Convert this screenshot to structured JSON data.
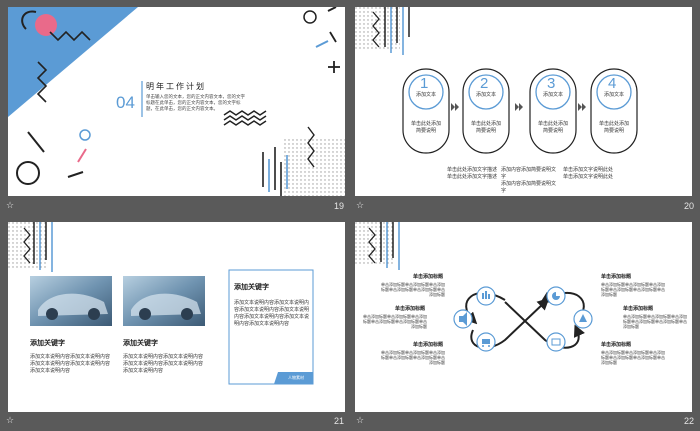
{
  "slides": [
    {
      "number": "19",
      "title": "明年工作计划",
      "index": "04",
      "body": "单击输入您的文本，您的正文内容文本，您的文字标题在此单击，您的正文内容文本，您的文字标题，在此单击，您的正文内容文本。",
      "accent": "#5b9bd5",
      "pink": "#e96a8a"
    },
    {
      "number": "20",
      "steps": [
        {
          "n": "1",
          "label": "添加文本",
          "desc": "单击此处添加简要说明"
        },
        {
          "n": "2",
          "label": "添加文本",
          "desc": "单击此处添加简要说明"
        },
        {
          "n": "3",
          "label": "添加文本",
          "desc": "单击此处添加简要说明"
        },
        {
          "n": "4",
          "label": "添加文本",
          "desc": "单击此处添加简要说明"
        }
      ],
      "notes": [
        "单击此处添加文字描述\n单击此处添加文字描述",
        "添加内容添加简要说明文字\n添加内容添加简要说明文字",
        "单击添加文字说明此处\n单击添加文字说明此处"
      ]
    },
    {
      "number": "21",
      "captions": [
        {
          "title": "添加关键字",
          "text": "添加文本说明内容添加文本说明内容添加文本说明内容添加文本说明内容添加文本说明内容"
        },
        {
          "title": "添加关键字",
          "text": "添加文本说明内容添加文本说明内容添加文本说明内容添加文本说明内容添加文本说明内容"
        }
      ],
      "box": {
        "title": "添加关键字",
        "text": "添加文本说明内容添加文本说明内容添加文本说明内容添加文本说明内容添加文本说明内容添加文本说明内容添加文本说明内容",
        "tag": "人物素材"
      }
    },
    {
      "number": "22",
      "items": [
        {
          "title": "单击添加标题",
          "text": "单击添加标题单击添加标题单击添加标题单击添加标题单击添加标题单击添加标题"
        },
        {
          "title": "单击添加标题",
          "text": "单击添加标题单击添加标题单击添加标题单击添加标题单击添加标题单击添加标题"
        },
        {
          "title": "单击添加标题",
          "text": "单击添加标题单击添加标题单击添加标题单击添加标题单击添加标题单击添加标题"
        },
        {
          "title": "单击添加标题",
          "text": "单击添加标题单击添加标题单击添加标题单击添加标题单击添加标题单击添加标题"
        },
        {
          "title": "单击添加标题",
          "text": "单击添加标题单击添加标题单击添加标题单击添加标题单击添加标题单击添加标题"
        },
        {
          "title": "单击添加标题",
          "text": "单击添加标题单击添加标题单击添加标题单击添加标题单击添加标题单击添加标题"
        }
      ]
    }
  ],
  "footer_star": "☆"
}
